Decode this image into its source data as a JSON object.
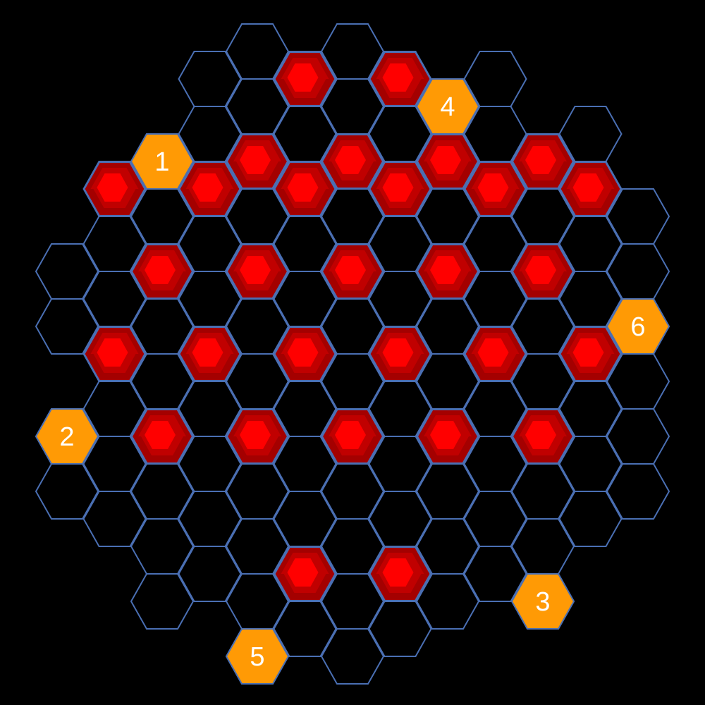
{
  "board": {
    "colors": {
      "background": "#000000",
      "grid_line": "#4a6fb3",
      "gem_outer": "#a40000",
      "gem_ring": "#c00000",
      "gem_core": "#ff0000",
      "label_fill": "#ff9a05",
      "label_text": "#ffffff"
    },
    "labels": [
      {
        "text": "1",
        "col": 3,
        "row": 2
      },
      {
        "text": "2",
        "col": 1,
        "row": 7
      },
      {
        "text": "3",
        "col": 11,
        "row": 10
      },
      {
        "text": "4",
        "col": 9,
        "row": 1
      },
      {
        "text": "5",
        "col": 5,
        "row": 11
      },
      {
        "text": "6",
        "col": 13,
        "row": 5
      }
    ],
    "gems": [
      [
        6,
        1
      ],
      [
        8,
        1
      ],
      [
        3,
        2
      ],
      [
        5,
        2
      ],
      [
        7,
        2
      ],
      [
        9,
        2
      ],
      [
        11,
        2
      ],
      [
        2,
        3
      ],
      [
        4,
        3
      ],
      [
        6,
        3
      ],
      [
        8,
        3
      ],
      [
        10,
        3
      ],
      [
        12,
        3
      ],
      [
        3,
        4
      ],
      [
        5,
        4
      ],
      [
        7,
        4
      ],
      [
        9,
        4
      ],
      [
        11,
        4
      ],
      [
        2,
        6
      ],
      [
        4,
        6
      ],
      [
        6,
        6
      ],
      [
        8,
        6
      ],
      [
        10,
        6
      ],
      [
        12,
        6
      ],
      [
        3,
        7
      ],
      [
        5,
        7
      ],
      [
        7,
        7
      ],
      [
        9,
        7
      ],
      [
        11,
        7
      ],
      [
        6,
        10
      ],
      [
        8,
        10
      ]
    ],
    "gem_center_shift": [
      {
        "col": 3,
        "row": 2,
        "dy": 0
      },
      {
        "col": 2,
        "row": 3,
        "dy": 0
      }
    ]
  }
}
